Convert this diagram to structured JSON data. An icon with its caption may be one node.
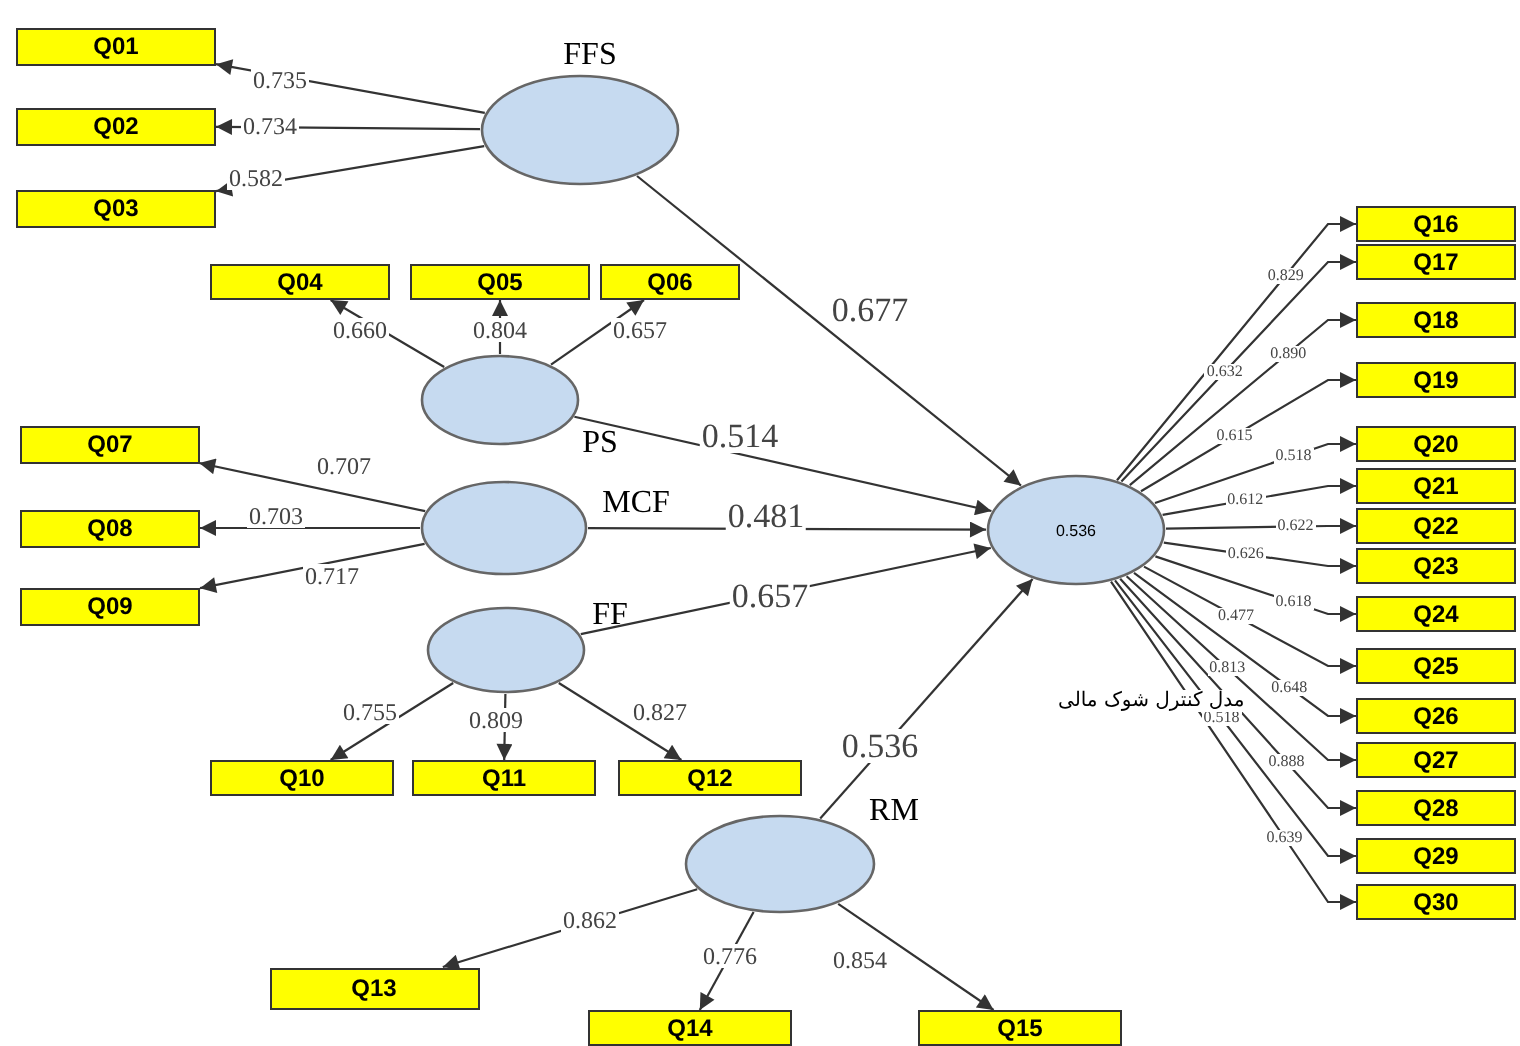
{
  "diagram": {
    "nodes": [
      {
        "text": [
          "Q01"
        ]
      },
      {
        "text": [
          "Q02"
        ]
      },
      {
        "text": [
          "Q03"
        ]
      },
      {
        "text": [],
        "shape": "circle",
        "beside": [
          "FFS"
        ]
      },
      {
        "text": [
          "Q04"
        ]
      },
      {
        "text": [
          "Q05"
        ]
      },
      {
        "text": [
          "Q06"
        ]
      },
      {
        "text": [],
        "shape": "circle",
        "beside": [
          "PS"
        ]
      },
      {
        "text": [
          "Q07"
        ]
      },
      {
        "text": [
          "Q08"
        ]
      },
      {
        "text": [
          "Q09"
        ]
      },
      {
        "text": [],
        "shape": "circle",
        "beside": [
          "MCF"
        ]
      },
      {
        "text": [],
        "shape": "circle",
        "beside": [
          "FF"
        ]
      },
      {
        "text": [
          "Q10"
        ]
      },
      {
        "text": [
          "Q11"
        ]
      },
      {
        "text": [
          "Q12"
        ]
      },
      {
        "text": [
          "0.536"
        ]
      },
      {
        "text": [
          "Q16"
        ]
      },
      {
        "text": [
          "Q17"
        ]
      },
      {
        "text": [
          "Q18"
        ]
      },
      {
        "text": [
          "Q19"
        ]
      },
      {
        "text": [
          "Q20"
        ]
      },
      {
        "text": [
          "Q21"
        ]
      },
      {
        "text": [
          "Q22"
        ]
      },
      {
        "text": [
          "Q23"
        ]
      },
      {
        "text": [
          "Q24"
        ]
      },
      {
        "text": [
          "Q25"
        ]
      },
      {
        "text": [
          "Q26"
        ]
      },
      {
        "text": [
          "Q27"
        ]
      },
      {
        "text": [
          "Q28"
        ]
      },
      {
        "text": [
          "Q29"
        ]
      },
      {
        "text": [
          "Q30"
        ]
      },
      {
        "text": [],
        "shape": "circle",
        "beside": [
          "RM"
        ]
      },
      {
        "text": [
          "Q13"
        ]
      },
      {
        "text": [
          "Q14"
        ]
      },
      {
        "text": [
          "Q15"
        ]
      }
    ],
    "edges": [
      {
        "from": 3,
        "to": 0,
        "arrow": "to",
        "label": "0.735"
      },
      {
        "from": 3,
        "to": 1,
        "arrow": "to",
        "label": "0.734"
      },
      {
        "from": 3,
        "to": 2,
        "arrow": "to",
        "label": "0.582"
      },
      {
        "from": 7,
        "to": 4,
        "arrow": "to",
        "label": "0.660"
      },
      {
        "from": 7,
        "to": 5,
        "arrow": "to",
        "label": "0.804"
      },
      {
        "from": 7,
        "to": 6,
        "arrow": "to",
        "label": "0.657"
      },
      {
        "from": 11,
        "to": 8,
        "arrow": "to",
        "label": "0.707"
      },
      {
        "from": 11,
        "to": 9,
        "arrow": "to",
        "label": "0.703"
      },
      {
        "from": 11,
        "to": 10,
        "arrow": "to",
        "label": "0.717"
      },
      {
        "from": 12,
        "to": 13,
        "arrow": "to",
        "label": "0.755"
      },
      {
        "from": 12,
        "to": 14,
        "arrow": "to",
        "label": "0.809"
      },
      {
        "from": 12,
        "to": 15,
        "arrow": "to",
        "label": "0.827"
      },
      {
        "from": 32,
        "to": 33,
        "arrow": "to",
        "label": "0.862"
      },
      {
        "from": 32,
        "to": 34,
        "arrow": "to",
        "label": "0.776"
      },
      {
        "from": 32,
        "to": 35,
        "arrow": "to",
        "label": "0.854"
      },
      {
        "from": 3,
        "to": 16,
        "arrow": "to",
        "label": "0.677"
      },
      {
        "from": 7,
        "to": 16,
        "arrow": "to",
        "label": "0.514"
      },
      {
        "from": 11,
        "to": 16,
        "arrow": "to",
        "label": "0.481"
      },
      {
        "from": 12,
        "to": 16,
        "arrow": "to",
        "label": "0.657"
      },
      {
        "from": 32,
        "to": 16,
        "arrow": "to",
        "label": "0.536"
      },
      {
        "from": 16,
        "to": 17,
        "arrow": "to",
        "label": "0.829"
      },
      {
        "from": 16,
        "to": 18,
        "arrow": "to",
        "label": "0.632"
      },
      {
        "from": 16,
        "to": 19,
        "arrow": "to",
        "label": "0.890"
      },
      {
        "from": 16,
        "to": 20,
        "arrow": "to",
        "label": "0.615"
      },
      {
        "from": 16,
        "to": 21,
        "arrow": "to",
        "label": "0.518"
      },
      {
        "from": 16,
        "to": 22,
        "arrow": "to",
        "label": "0.612"
      },
      {
        "from": 16,
        "to": 23,
        "arrow": "to",
        "label": "0.622"
      },
      {
        "from": 16,
        "to": 24,
        "arrow": "to",
        "label": "0.626"
      },
      {
        "from": 16,
        "to": 25,
        "arrow": "to",
        "label": "0.618"
      },
      {
        "from": 16,
        "to": 26,
        "arrow": "to",
        "label": "0.477"
      },
      {
        "from": 16,
        "to": 27,
        "arrow": "to",
        "label": "0.648"
      },
      {
        "from": 16,
        "to": 28,
        "arrow": "to",
        "label": "0.813"
      },
      {
        "from": 16,
        "to": 29,
        "arrow": "to",
        "label": "0.888"
      },
      {
        "from": 16,
        "to": 30,
        "arrow": "to",
        "label": "0.518"
      },
      {
        "from": 16,
        "to": 31,
        "arrow": "to",
        "label": "0.639"
      }
    ],
    "labels": [
      "مدل کنترل شوک مالی"
    ]
  }
}
